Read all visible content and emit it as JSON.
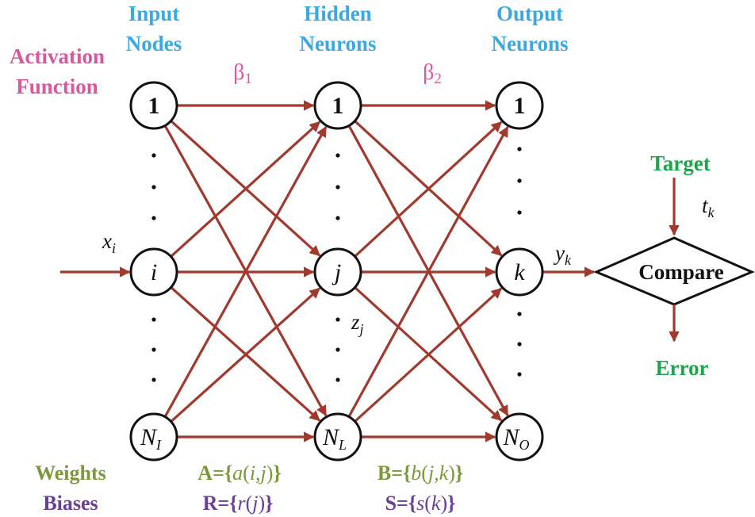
{
  "headers": {
    "input": [
      "Input",
      "Nodes"
    ],
    "hidden": [
      "Hidden",
      "Neurons"
    ],
    "output": [
      "Output",
      "Neurons"
    ]
  },
  "activation_label": [
    "Activation",
    "Function"
  ],
  "betas": [
    {
      "symbol": "β",
      "sub": "1"
    },
    {
      "symbol": "β",
      "sub": "2"
    }
  ],
  "layers": {
    "input": [
      {
        "label": "1",
        "sub": "",
        "style": "bold"
      },
      {
        "label": "i",
        "sub": "",
        "style": "italic"
      },
      {
        "label": "N",
        "sub": "I",
        "style": "italic"
      }
    ],
    "hidden": [
      {
        "label": "1",
        "sub": "",
        "style": "bold"
      },
      {
        "label": "j",
        "sub": "",
        "style": "italic"
      },
      {
        "label": "N",
        "sub": "L",
        "style": "italic"
      }
    ],
    "output": [
      {
        "label": "1",
        "sub": "",
        "style": "bold"
      },
      {
        "label": "k",
        "sub": "",
        "style": "italic"
      },
      {
        "label": "N",
        "sub": "O",
        "style": "italic"
      }
    ]
  },
  "variables": {
    "input": {
      "base": "x",
      "sub": "i"
    },
    "hidden": {
      "base": "z",
      "sub": "j"
    },
    "output": {
      "base": "y",
      "sub": "k"
    },
    "target": {
      "base": "t",
      "sub": "k"
    }
  },
  "compare": {
    "label": "Compare",
    "target": "Target",
    "error": "Error"
  },
  "weights": {
    "label": "Weights",
    "a": {
      "prefix": "A={",
      "fn": "a",
      "open": "(",
      "args": "i,j",
      "close": ")",
      "suffix": "}"
    },
    "b": {
      "prefix": "B={",
      "fn": "b",
      "open": "(",
      "args": "j,k",
      "close": ")",
      "suffix": "}"
    }
  },
  "biases": {
    "label": "Biases",
    "r": {
      "prefix": "R={",
      "fn": "r",
      "open": "(",
      "args": "j",
      "close": ")",
      "suffix": "}"
    },
    "s": {
      "prefix": "S={",
      "fn": "s",
      "open": "(",
      "args": "k",
      "close": ")",
      "suffix": "}"
    }
  },
  "colors": {
    "edge": "#a03a2e",
    "header": "#3aa9e0",
    "activation": "#d9579e",
    "target_error": "#1aa64a",
    "weights": "#7a9a3a",
    "biases": "#6b3f97"
  }
}
